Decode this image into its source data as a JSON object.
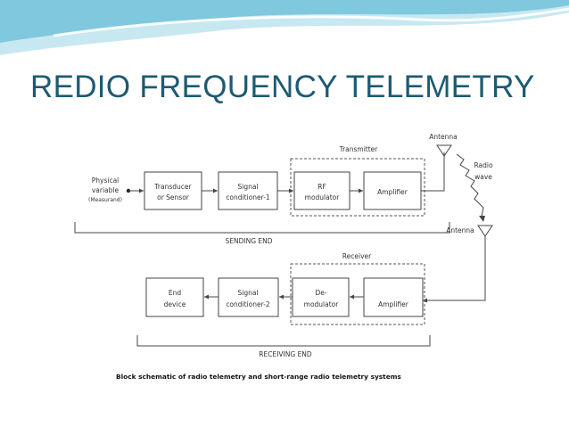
{
  "title": "REDIO FREQUENCY TELEMETRY",
  "colors": {
    "title": "#1d5a73",
    "wave_dark": "#7fc8de",
    "wave_light": "#c8e8f1"
  },
  "diagram": {
    "input": {
      "line1": "Physical",
      "line2": "variable",
      "line3": "(Measurand)"
    },
    "transmitter_label": "Transmitter",
    "receiver_label": "Receiver",
    "antenna_top": "Antenna",
    "antenna_bottom": "Antenna",
    "radio_wave": {
      "line1": "Radio",
      "line2": "wave"
    },
    "sending_blocks": [
      {
        "line1": "Transducer",
        "line2": "or Sensor"
      },
      {
        "line1": "Signal",
        "line2": "conditioner-1"
      },
      {
        "line1": "RF",
        "line2": "modulator"
      },
      {
        "line1": "Amplifier",
        "line2": ""
      }
    ],
    "receiving_blocks": [
      {
        "line1": "End",
        "line2": "device"
      },
      {
        "line1": "Signal",
        "line2": "conditioner-2"
      },
      {
        "line1": "De-",
        "line2": "modulator"
      },
      {
        "line1": "Amplifier",
        "line2": ""
      }
    ],
    "sending_end": "SENDING END",
    "receiving_end": "RECEIVING END",
    "caption": "Block schematic of radio telemetry and short-range radio telemetry systems"
  }
}
